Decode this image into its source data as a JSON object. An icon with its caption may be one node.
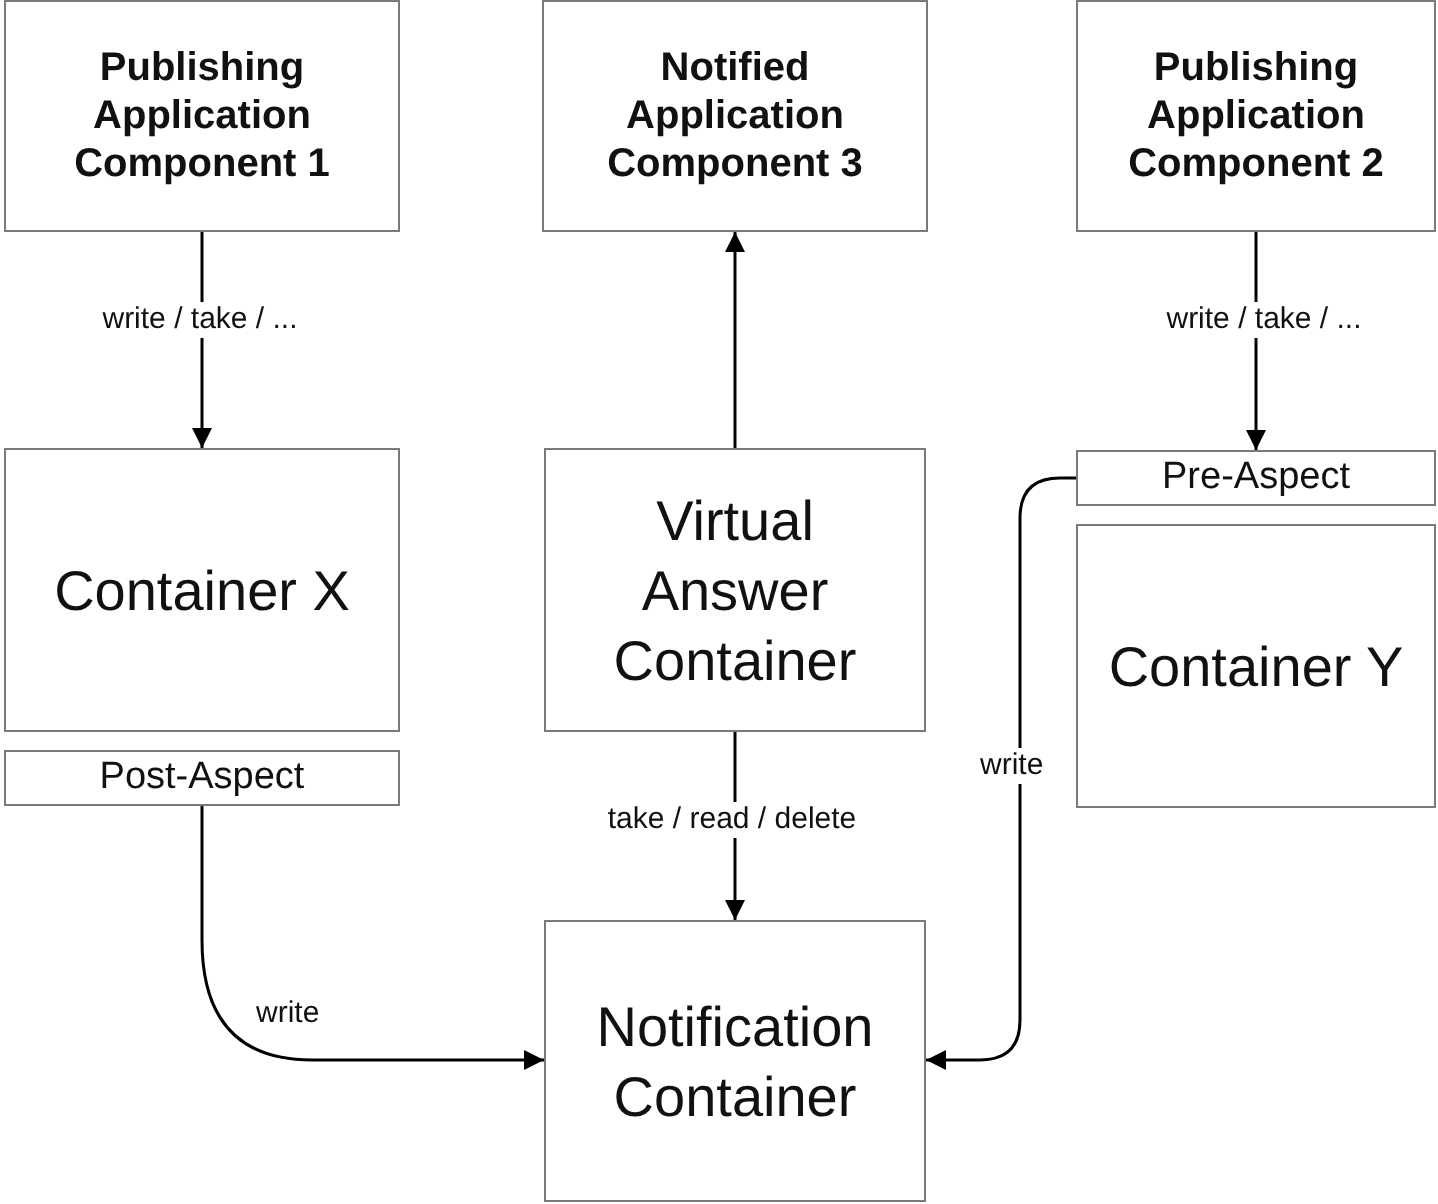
{
  "diagram": {
    "nodes": [
      {
        "text": [
          "Publishing Application Component 1"
        ]
      },
      {
        "text": [
          "Notified Application Component 3"
        ]
      },
      {
        "text": [
          "Publishing Application Component 2"
        ]
      },
      {
        "text": [
          "Container X"
        ]
      },
      {
        "text": [
          "Post-Aspect"
        ]
      },
      {
        "text": [
          "Virtual Answer Container"
        ]
      },
      {
        "text": [
          "Pre-Aspect"
        ]
      },
      {
        "text": [
          "Container Y"
        ]
      },
      {
        "text": [
          "Notification Container"
        ]
      }
    ],
    "edges": [
      {
        "from": 0,
        "to": 3,
        "arrow": "to",
        "label": "write / take / ..."
      },
      {
        "from": 5,
        "to": 1,
        "arrow": "to"
      },
      {
        "from": 2,
        "to": 6,
        "arrow": "to",
        "label": "write / take / ..."
      },
      {
        "from": 5,
        "to": 8,
        "arrow": "to",
        "label": "take / read / delete"
      },
      {
        "from": 4,
        "to": 8,
        "arrow": "to",
        "label": "write"
      },
      {
        "from": 6,
        "to": 8,
        "arrow": "to",
        "label": "write"
      }
    ]
  }
}
